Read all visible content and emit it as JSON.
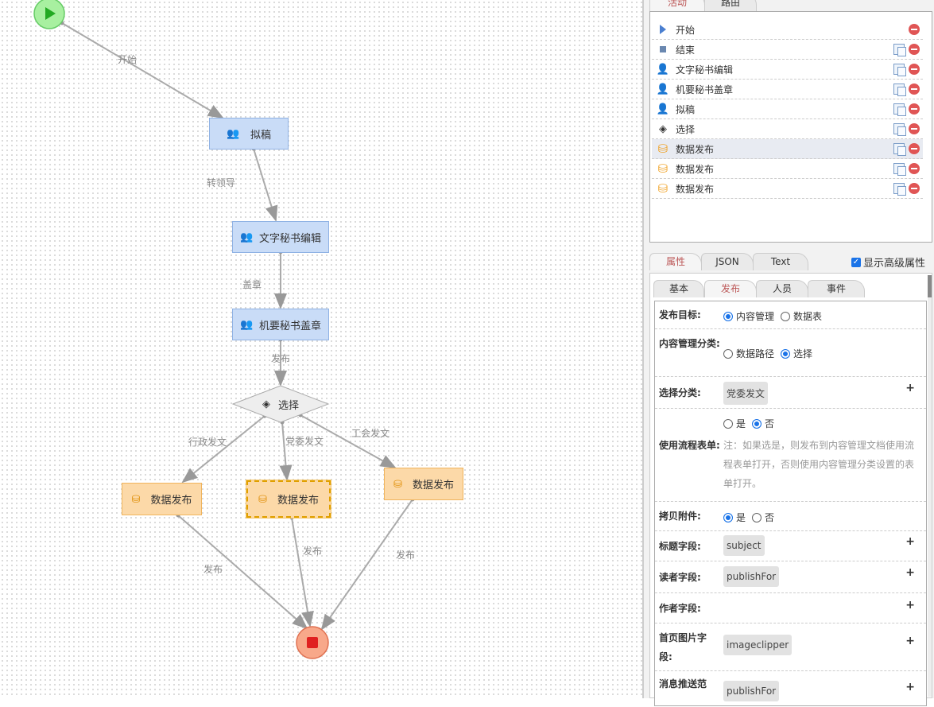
{
  "flow": {
    "nodes": {
      "draft": "拟稿",
      "edit": "文字秘书编辑",
      "seal": "机要秘书盖章",
      "choice": "选择",
      "pub1": "数据发布",
      "pub2": "数据发布",
      "pub3": "数据发布"
    },
    "edges": {
      "start": "开始",
      "lead": "转领导",
      "stamp": "盖章",
      "publish": "发布",
      "admin": "行政发文",
      "party": "党委发文",
      "union": "工会发文",
      "p1": "发布",
      "p2": "发布",
      "p3": "发布"
    }
  },
  "panel": {
    "top_tabs": [
      "活动",
      "路由"
    ],
    "activities": [
      {
        "label": "开始",
        "icon": "play-icon",
        "copy": false
      },
      {
        "label": "结束",
        "icon": "stop-icon",
        "copy": true
      },
      {
        "label": "文字秘书编辑",
        "icon": "user-icon",
        "copy": true
      },
      {
        "label": "机要秘书盖章",
        "icon": "user-icon",
        "copy": true
      },
      {
        "label": "拟稿",
        "icon": "user-icon",
        "copy": true
      },
      {
        "label": "选择",
        "icon": "choice-icon",
        "copy": true
      },
      {
        "label": "数据发布",
        "icon": "database-icon",
        "copy": true
      },
      {
        "label": "数据发布",
        "icon": "database-icon",
        "copy": true
      },
      {
        "label": "数据发布",
        "icon": "database-icon",
        "copy": true
      }
    ],
    "prop_tabs": [
      "属性",
      "JSON",
      "Text"
    ],
    "advanced_label": "显示高级属性",
    "sub_tabs": [
      "基本",
      "发布",
      "人员",
      "事件"
    ],
    "form": {
      "target_label": "发布目标:",
      "target_opts": [
        "内容管理",
        "数据表"
      ],
      "cat_label": "内容管理分类:",
      "cat_opts": [
        "数据路径",
        "选择"
      ],
      "sel_label": "选择分类:",
      "sel_value": "党委发文",
      "flow_label": "使用流程表单:",
      "flow_opts": [
        "是",
        "否"
      ],
      "flow_note": "注：如果选是，则发布到内容管理文档使用流程表单打开，否则使用内容管理分类设置的表单打开。",
      "attach_label": "拷贝附件:",
      "attach_opts": [
        "是",
        "否"
      ],
      "title_label": "标题字段:",
      "title_value": "subject",
      "reader_label": "读者字段:",
      "reader_value": "publishFor",
      "author_label": "作者字段:",
      "image_label": "首页图片字段:",
      "image_value": "imageclipper",
      "push_label": "消息推送范",
      "push_value": "publishFor",
      "plus": "+"
    }
  }
}
